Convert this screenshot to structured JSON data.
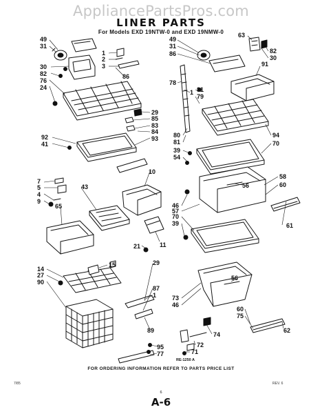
{
  "watermark": "AppliancePartsPros.com",
  "title": "LINER PARTS",
  "subtitle": "For Models EXD 19NTW-0 and EXD 19NMW-0",
  "doc_code": "RE-1250 A",
  "footer": "FOR ORDERING INFORMATION REFER TO PARTS PRICE LIST",
  "corner_left": "7/85",
  "corner_right": "REV. 6",
  "page_small": "6",
  "page_number": "A-6",
  "callouts": {
    "left": [
      "49",
      "31",
      "30",
      "82",
      "76",
      "24",
      "1",
      "2",
      "3",
      "86",
      "29",
      "85",
      "83",
      "84",
      "92",
      "41",
      "93",
      "10",
      "7",
      "5",
      "4",
      "9",
      "43",
      "65",
      "21",
      "11",
      "14",
      "27",
      "90",
      "15",
      "29",
      "87",
      "1",
      "89",
      "95",
      "77"
    ],
    "right": [
      "49",
      "31",
      "86",
      "63",
      "82",
      "30",
      "91",
      "78",
      "1",
      "81",
      "79",
      "80",
      "81",
      "39",
      "54",
      "94",
      "70",
      "58",
      "60",
      "46",
      "57",
      "70",
      "39",
      "61",
      "56",
      "56",
      "73",
      "46",
      "60",
      "75",
      "74",
      "72",
      "71",
      "62"
    ]
  }
}
